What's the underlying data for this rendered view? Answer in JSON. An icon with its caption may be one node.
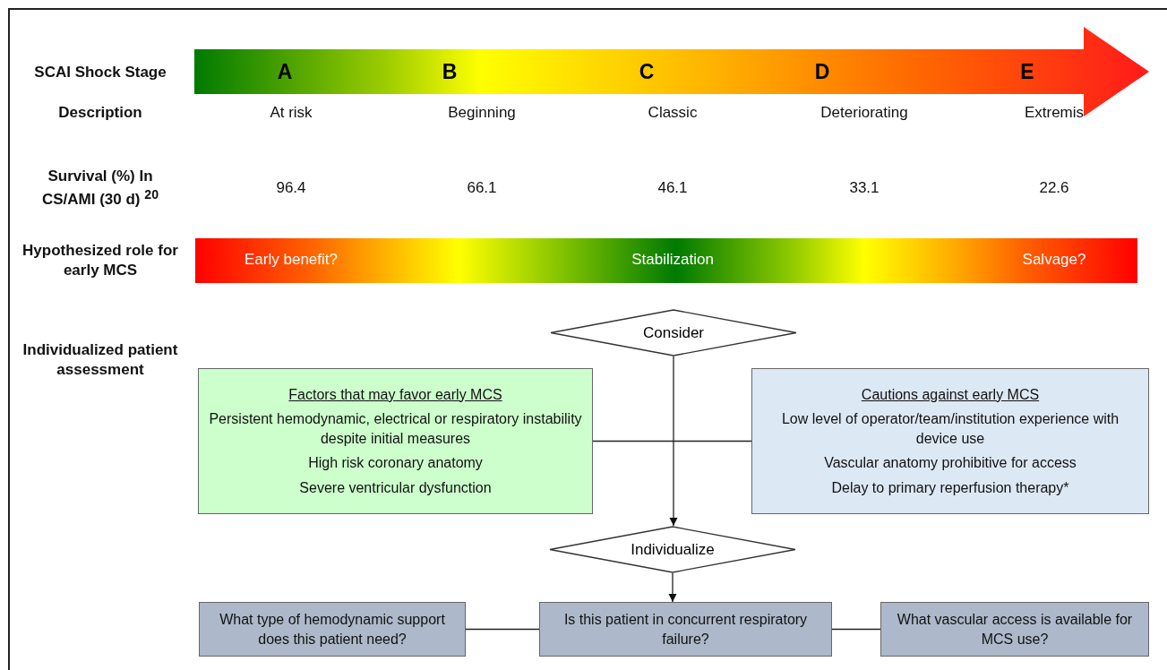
{
  "diagram": {
    "nodes": [
      {
        "text": [
          "A",
          "B",
          "C",
          "D",
          "E"
        ]
      },
      {
        "text": [
          "Early benefit?",
          "Stabilization",
          "Salvage?"
        ]
      },
      {
        "text": [
          "Consider"
        ]
      },
      {
        "text": [
          "Factors that may favor early MCS",
          "Persistent hemodynamic, electrical or respiratory instability despite initial measures",
          "High risk coronary anatomy",
          "Severe ventricular dysfunction"
        ]
      },
      {
        "text": [
          "Cautions against early MCS",
          "Low level of operator/team/institution experience with device use",
          "Vascular anatomy prohibitive for access",
          "Delay to primary reperfusion therapy*"
        ]
      },
      {
        "text": [
          "Individualize"
        ]
      },
      {
        "text": [
          "What type of hemodynamic support does this patient need?"
        ]
      },
      {
        "text": [
          "Is this patient in concurrent respiratory failure?"
        ]
      },
      {
        "text": [
          "What vascular access is available for MCS use?"
        ]
      }
    ],
    "edges": [
      {
        "from": 2,
        "to": 5,
        "arrow": "to"
      },
      {
        "from": 3,
        "to": 4,
        "arrow": "none"
      },
      {
        "from": 5,
        "to": 7,
        "arrow": "to"
      },
      {
        "from": 6,
        "to": 7,
        "arrow": "none"
      },
      {
        "from": 7,
        "to": 8,
        "arrow": "none"
      }
    ],
    "labels": [
      "SCAI Shock Stage",
      "Description",
      "At risk",
      "Beginning",
      "Classic",
      "Deteriorating",
      "Extremis",
      "Survival (%) In CS/AMI (30 d) $^{20}$",
      "96.4",
      "66.1",
      "46.1",
      "33.1",
      "22.6",
      "Hypothesized role for early MCS",
      "Individualized patient assessment"
    ]
  }
}
